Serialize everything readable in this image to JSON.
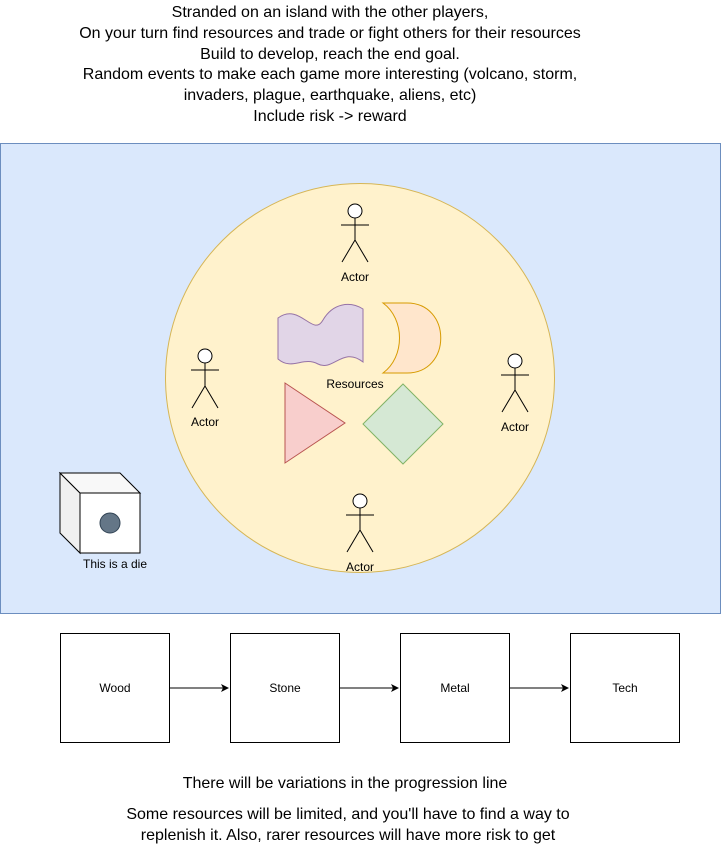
{
  "intro_lines": [
    "Stranded on an island with the other players,",
    "On your turn find resources and trade or fight others for their resources",
    "Build to develop, reach the end goal.",
    "Random events to make each game more interesting (volcano, storm,",
    "invaders, plague, earthquake, aliens, etc)",
    "Include risk -> reward"
  ],
  "actors": {
    "top": "Actor",
    "left": "Actor",
    "right": "Actor",
    "bottom": "Actor"
  },
  "resources_label": "Resources",
  "die_label": "This is a die",
  "progression": [
    "Wood",
    "Stone",
    "Metal",
    "Tech"
  ],
  "notes": {
    "variations": "There will be variations in the progression line",
    "limited_line1": "Some resources will be limited, and you'll have to find a way to",
    "limited_line2": "replenish it. Also, rarer resources will have more risk to get"
  },
  "colors": {
    "board_fill": "#dae8fc",
    "board_stroke": "#6c8ebf",
    "island_fill": "#fff2cc",
    "island_stroke": "#d6b656",
    "purple_fill": "#e1d5e7",
    "orange_fill": "#ffe6cc",
    "red_fill": "#f8cecc",
    "green_fill": "#d5e8d4"
  }
}
